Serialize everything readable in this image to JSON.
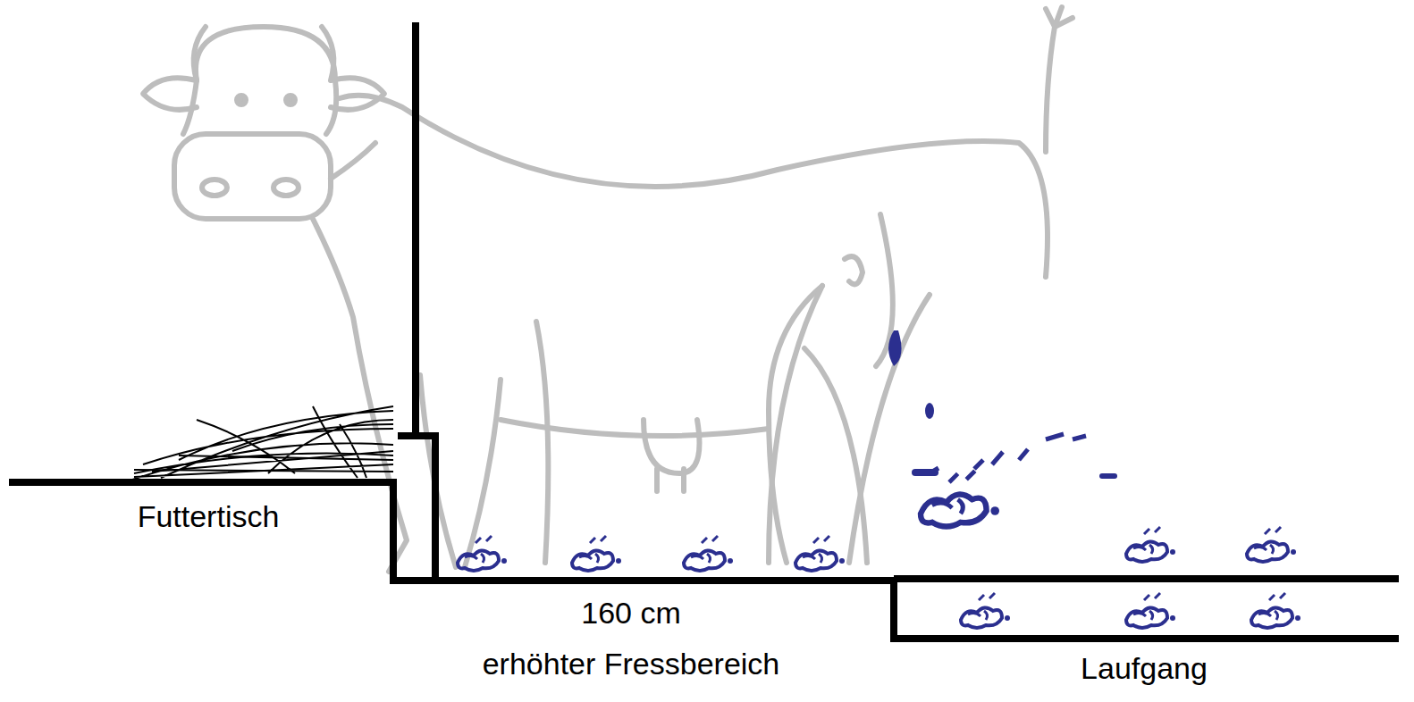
{
  "diagram": {
    "labels": [
      "Futtertisch",
      "160 cm",
      "erhöhter Fressbereich",
      "Laufgang"
    ]
  }
}
